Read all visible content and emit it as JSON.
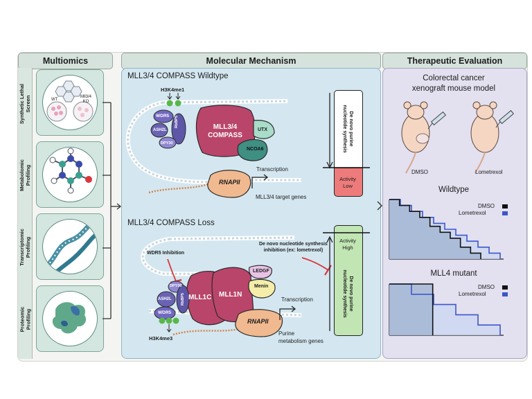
{
  "headers": {
    "multiomics": "Multiomics",
    "mechanism": "Molecular Mechanism",
    "therapeutic": "Therapeutic Evaluation"
  },
  "side_labels": [
    {
      "line1": "Synthetic Lethal",
      "line2": "Screen"
    },
    {
      "line1": "Metabolomic",
      "line2": "Profiling"
    },
    {
      "line1": "Transcriptomic",
      "line2": "Profiling"
    },
    {
      "line1": "Proteomic",
      "line2": "Profiling"
    }
  ],
  "screen_labels": {
    "wt": "WT",
    "ko_line1": "Mll3/4",
    "ko_line2": "KO"
  },
  "wildtype": {
    "title": "MLL3/4 COMPASS Wildtype",
    "mark": "H3K4me1",
    "wdr5": "WDR5",
    "ash2l": "ASH2L",
    "rbbp5": "RbBP5",
    "dpy30": "DPY30",
    "compass_line1": "MLL3/4",
    "compass_line2": "COMPASS",
    "utx": "UTX",
    "ncoa6": "NCOA6",
    "rnap": "RNAPII",
    "transcription": "Transcription",
    "target_genes": "MLL3/4 target genes",
    "pathway_line1": "De novo purine",
    "pathway_line2": "nucleotide synthesis",
    "activity_line1": "Activity",
    "activity_line2": "Low"
  },
  "loss": {
    "title": "MLL3/4 COMPASS Loss",
    "wdr5_inhibition": "WDR5 Inhibition",
    "inhibitor_line1": "De novo nucleotide synthesis",
    "inhibitor_line2": "inhibition (ex: lometrexol)",
    "ledgf": "LEDGF",
    "menin": "Menin",
    "mll1c": "MLL1C",
    "mll1n": "MLL1N",
    "dpy30": "DPY30",
    "ash2l": "ASH2L",
    "rbbp5": "RbBP5",
    "wdr5": "WDR5",
    "mark": "H3K4me3",
    "rnap": "RNAPII",
    "transcription": "Transcription",
    "genes_line1": "Purine",
    "genes_line2": "metabolism genes",
    "activity_line1": "Activity",
    "activity_line2": "High",
    "pathway_line1": "De novo purine",
    "pathway_line2": "nucleotide synthesis"
  },
  "therapeutic": {
    "model_line1": "Colorectal cancer",
    "model_line2": "xenograft mouse model",
    "dmso": "DMSO",
    "lometrexol": "Lometrexol",
    "panel1_title": "Wildtype",
    "panel2_title": "MLL4 mutant"
  },
  "chart_data": [
    {
      "type": "line",
      "title": "Wildtype",
      "series": [
        {
          "name": "DMSO",
          "color": "#111111",
          "values": [
            1.0,
            0.9,
            0.8,
            0.7,
            0.55,
            0.45,
            0.35,
            0.2,
            0.1,
            0.0
          ]
        },
        {
          "name": "Lometrexol",
          "color": "#3c57c9",
          "values": [
            1.0,
            0.9,
            0.8,
            0.7,
            0.6,
            0.5,
            0.4,
            0.3,
            0.2,
            0.1,
            0.0
          ]
        }
      ]
    },
    {
      "type": "line",
      "title": "MLL4 mutant",
      "series": [
        {
          "name": "DMSO",
          "color": "#111111",
          "values": [
            1.0,
            0.0
          ]
        },
        {
          "name": "Lometrexol",
          "color": "#3c57c9",
          "values": [
            1.0,
            0.8,
            0.6,
            0.4,
            0.2,
            0.0
          ]
        }
      ]
    }
  ],
  "colors": {
    "compass": "#b9456a",
    "wdr5": "#7168bf",
    "ash2l": "#6a63b3",
    "rnap": "#f0b98f",
    "utx": "#a9dcc9",
    "ncoa6": "#3f8f83",
    "ledgf": "#e7c3e6",
    "menin": "#f4eeaa",
    "low": "#ee7b7b",
    "high": "#c1e5b3",
    "mouse": "#f5d6c2"
  }
}
